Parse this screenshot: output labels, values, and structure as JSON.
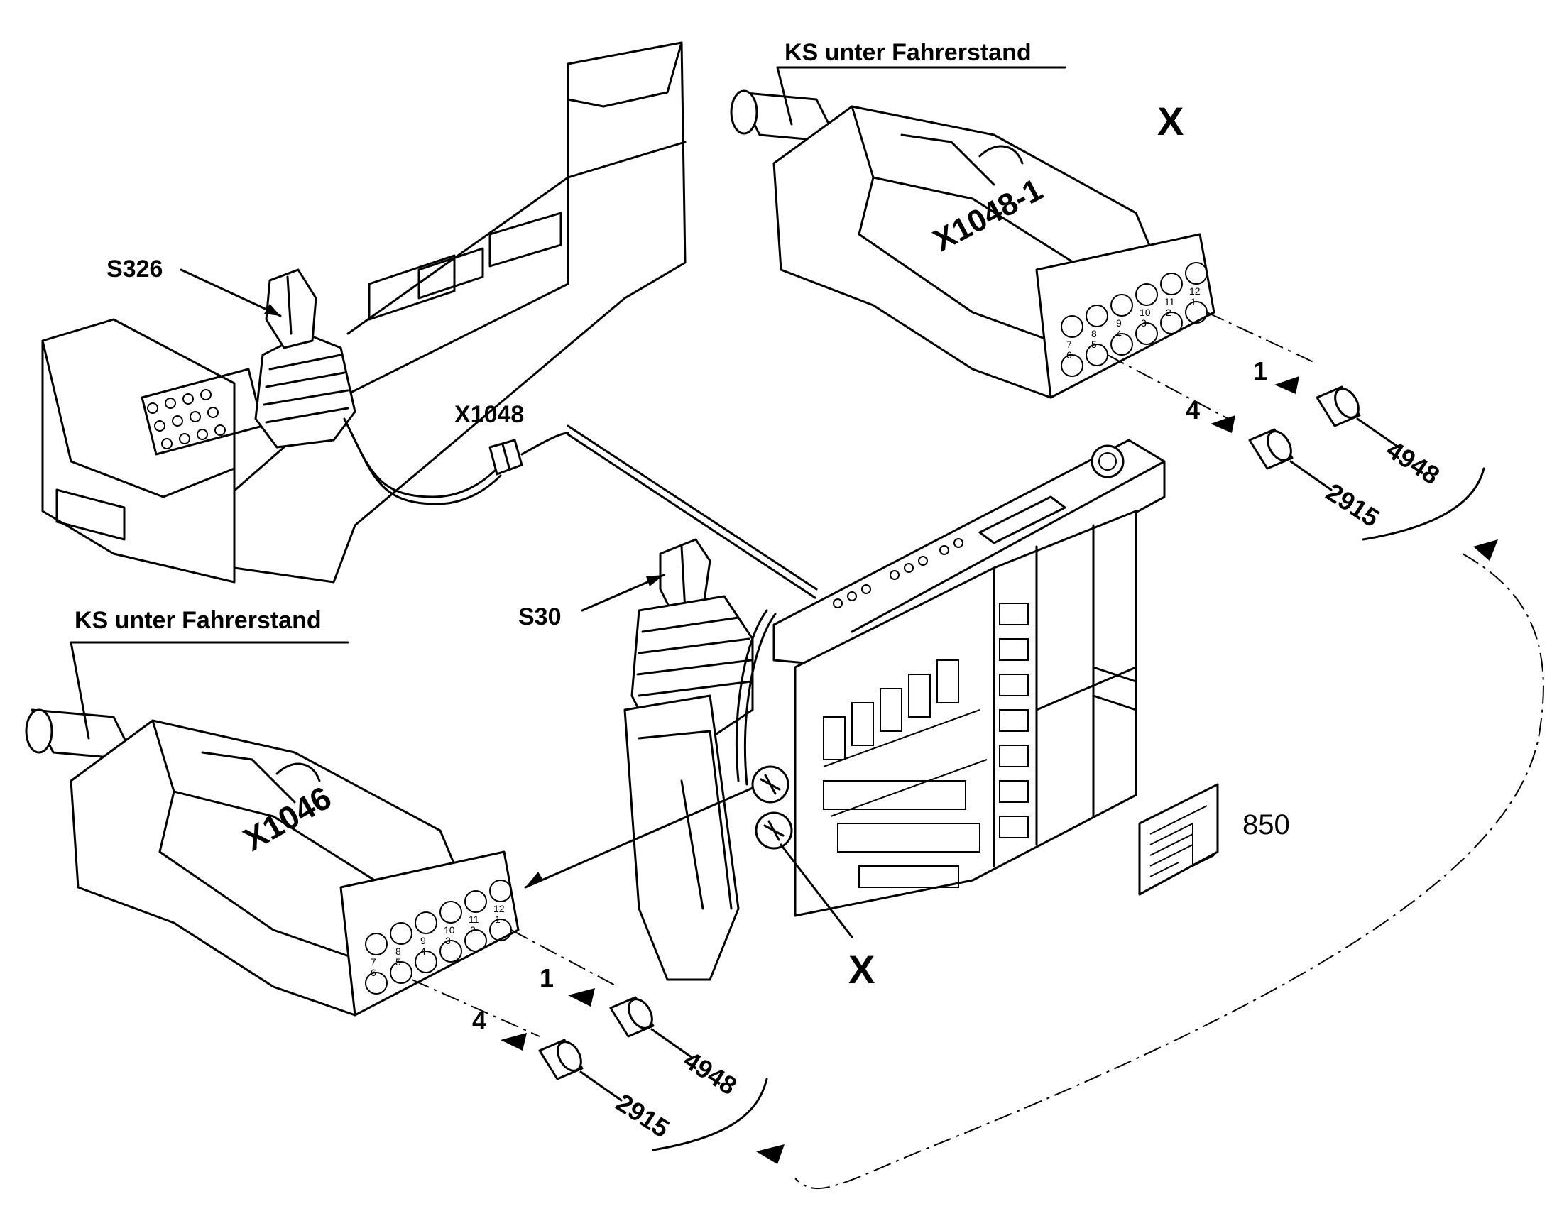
{
  "labels": {
    "ks_top": "KS unter Fahrerstand",
    "ks_bottom": "KS unter Fahrerstand",
    "x_top": "X",
    "x_bottom": "X",
    "connector_top": "X1048-1",
    "connector_bottom": "X1046",
    "x1048": "X1048",
    "s326": "S326",
    "s30": "S30",
    "doc_ref": "850"
  },
  "connector_top": {
    "pins": [
      "7",
      "6",
      "8",
      "5",
      "9",
      "4",
      "10",
      "3",
      "11",
      "2",
      "12",
      "1"
    ],
    "wire1_pin": "1",
    "wire2_pin": "4",
    "wire1_part": "4948",
    "wire2_part": "2915"
  },
  "connector_bottom": {
    "pins": [
      "7",
      "6",
      "8",
      "5",
      "9",
      "4",
      "10",
      "3",
      "11",
      "2",
      "12",
      "1"
    ],
    "wire1_pin": "1",
    "wire2_pin": "4",
    "wire1_part": "4948",
    "wire2_part": "2915"
  }
}
